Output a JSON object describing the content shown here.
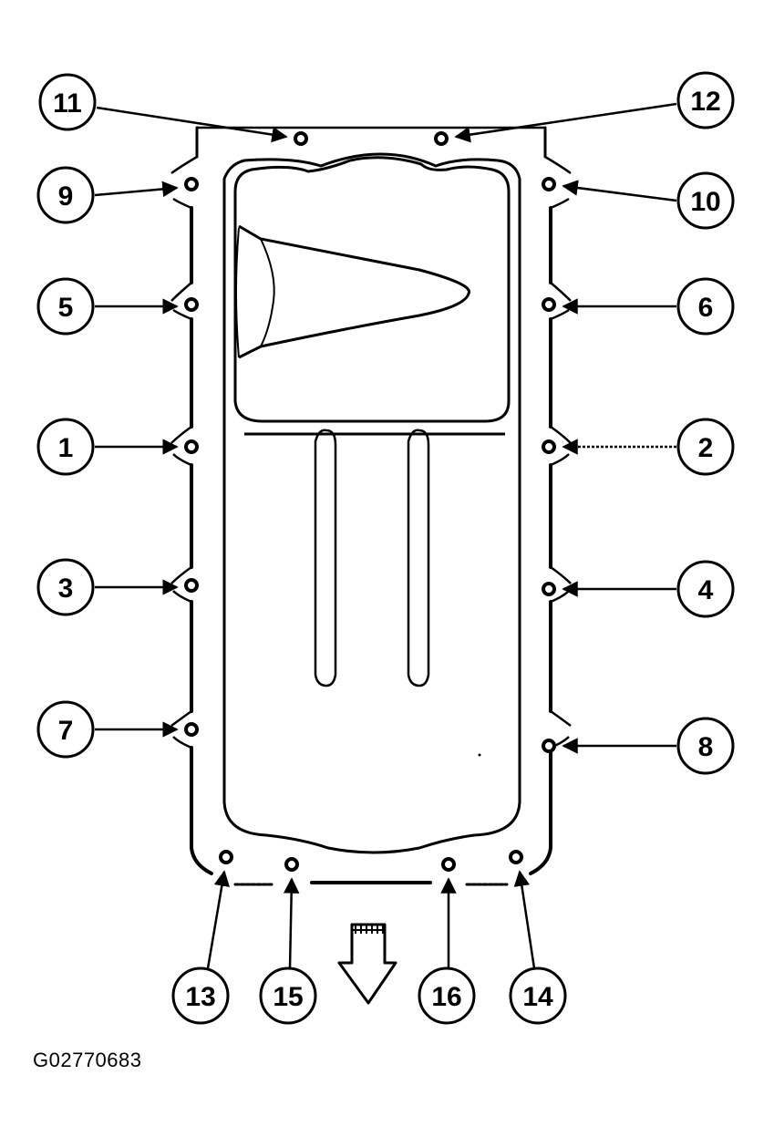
{
  "figure": {
    "id_label": "G02770683"
  },
  "callouts": [
    {
      "label": "1"
    },
    {
      "label": "2"
    },
    {
      "label": "3"
    },
    {
      "label": "4"
    },
    {
      "label": "5"
    },
    {
      "label": "6"
    },
    {
      "label": "7"
    },
    {
      "label": "8"
    },
    {
      "label": "9"
    },
    {
      "label": "10"
    },
    {
      "label": "11"
    },
    {
      "label": "12"
    },
    {
      "label": "13"
    },
    {
      "label": "14"
    },
    {
      "label": "15"
    },
    {
      "label": "16"
    }
  ],
  "colors": {
    "line": "#000000",
    "background": "#ffffff"
  },
  "icons": {
    "direction_arrow": "hollow-down-arrow-icon"
  }
}
